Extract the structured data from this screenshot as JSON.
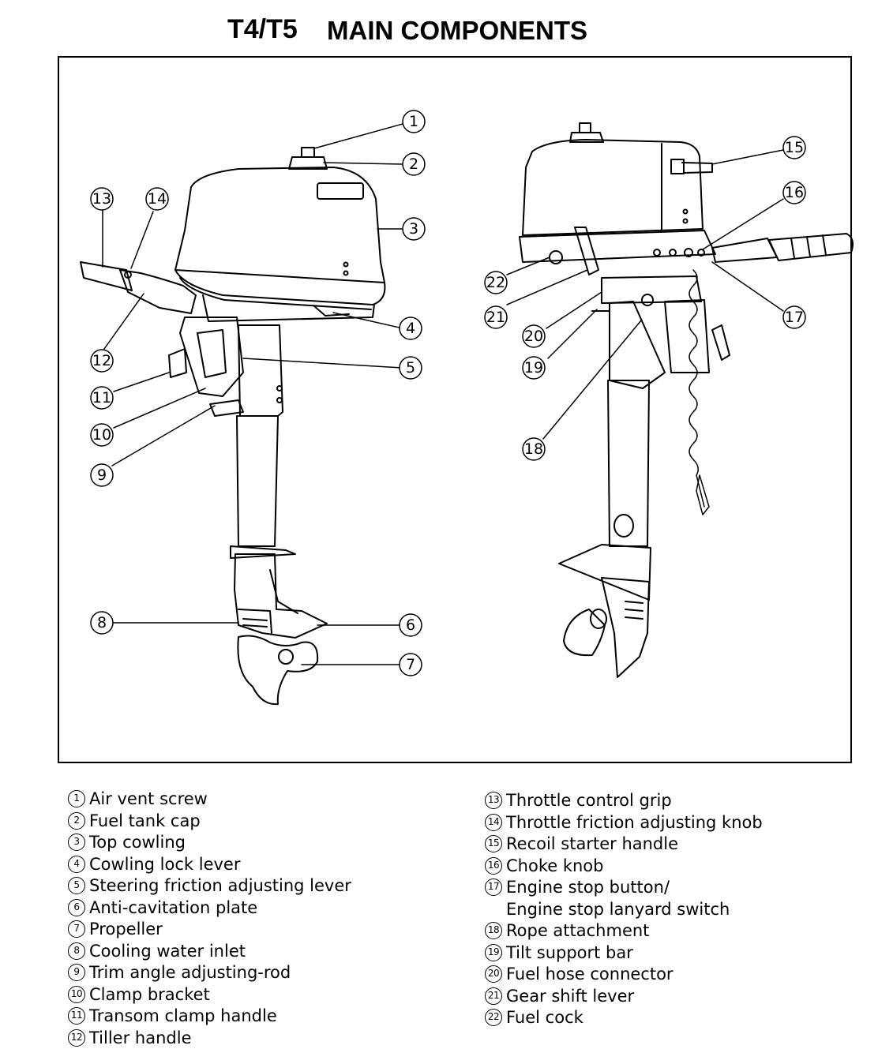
{
  "header": {
    "model": "T4/T5",
    "title": "MAIN COMPONENTS"
  },
  "callouts": [
    "1",
    "2",
    "3",
    "4",
    "5",
    "6",
    "7",
    "8",
    "9",
    "10",
    "11",
    "12",
    "13",
    "14",
    "15",
    "16",
    "17",
    "18",
    "19",
    "20",
    "21",
    "22"
  ],
  "legend_left": [
    {
      "num": "1",
      "label": "Air vent screw"
    },
    {
      "num": "2",
      "label": "Fuel tank cap"
    },
    {
      "num": "3",
      "label": "Top cowling"
    },
    {
      "num": "4",
      "label": "Cowling lock lever"
    },
    {
      "num": "5",
      "label": "Steering friction adjusting lever"
    },
    {
      "num": "6",
      "label": "Anti-cavitation plate"
    },
    {
      "num": "7",
      "label": "Propeller"
    },
    {
      "num": "8",
      "label": "Cooling water inlet"
    },
    {
      "num": "9",
      "label": "Trim angle adjusting-rod"
    },
    {
      "num": "10",
      "label": "Clamp bracket"
    },
    {
      "num": "11",
      "label": "Transom clamp handle"
    },
    {
      "num": "12",
      "label": "Tiller handle"
    }
  ],
  "legend_right": [
    {
      "num": "13",
      "label": "Throttle control grip"
    },
    {
      "num": "14",
      "label": "Throttle friction adjusting knob"
    },
    {
      "num": "15",
      "label": "Recoil starter handle"
    },
    {
      "num": "16",
      "label": "Choke knob"
    },
    {
      "num": "17",
      "label": "Engine stop button/",
      "cont": "Engine stop lanyard switch"
    },
    {
      "num": "18",
      "label": "Rope attachment"
    },
    {
      "num": "19",
      "label": "Tilt support bar"
    },
    {
      "num": "20",
      "label": "Fuel hose connector"
    },
    {
      "num": "21",
      "label": "Gear shift lever"
    },
    {
      "num": "22",
      "label": "Fuel cock"
    }
  ]
}
